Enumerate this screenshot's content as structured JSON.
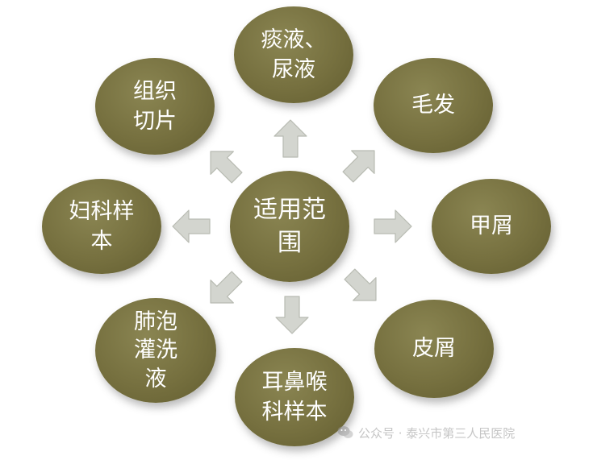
{
  "diagram": {
    "center": {
      "lines": [
        "适用范",
        "围"
      ]
    },
    "nodes": [
      {
        "id": "sputum-urine",
        "lines": [
          "痰液、",
          "尿液"
        ]
      },
      {
        "id": "hair",
        "lines": [
          "毛发"
        ]
      },
      {
        "id": "nail-scrapings",
        "lines": [
          "甲屑"
        ]
      },
      {
        "id": "skin-scrapings",
        "lines": [
          "皮屑"
        ]
      },
      {
        "id": "ent-samples",
        "lines": [
          "耳鼻喉",
          "科样本"
        ]
      },
      {
        "id": "bal-fluid",
        "lines": [
          "肺泡",
          "灌洗",
          "液"
        ]
      },
      {
        "id": "gyn-samples",
        "lines": [
          "妇科样",
          "本"
        ]
      },
      {
        "id": "tissue-sections",
        "lines": [
          "组织",
          "切片"
        ]
      }
    ]
  },
  "watermark": {
    "text": "公众号 · 泰兴市第三人民医院",
    "icon": "wechat-icon"
  },
  "colors": {
    "node_fill": "#76703f",
    "arrow_fill": "#d3d5cf",
    "arrow_stroke": "#b8bbb2",
    "text": "#ffffff"
  }
}
